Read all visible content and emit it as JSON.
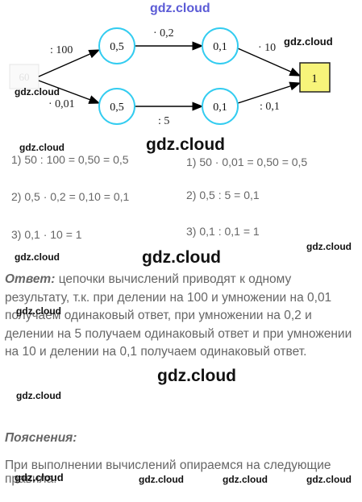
{
  "diagram": {
    "start_label": "60",
    "nodes": [
      {
        "id": "a1",
        "value": "0,5"
      },
      {
        "id": "b1",
        "value": "0,1"
      },
      {
        "id": "a2",
        "value": "0,5"
      },
      {
        "id": "b2",
        "value": "0,1"
      },
      {
        "id": "end",
        "value": "1"
      }
    ],
    "edges": [
      {
        "id": "s-a1",
        "label": ": 100"
      },
      {
        "id": "a1-b1",
        "label": "· 0,2"
      },
      {
        "id": "b1-end",
        "label": "· 10"
      },
      {
        "id": "s-a2",
        "label": "· 0,01"
      },
      {
        "id": "a2-b2",
        "label": ": 5"
      },
      {
        "id": "b2-end",
        "label": ": 0,1"
      }
    ]
  },
  "steps_left": [
    "1) 50 : 100 = 0,50 = 0,5",
    "2) 0,5 · 0,2 = 0,10 = 0,1",
    "3) 0,1 · 10 = 1"
  ],
  "steps_right": [
    "1) 50 · 0,01 = 0,50 = 0,5",
    "2) 0,5 : 5 = 0,1",
    "3) 0,1 : 0,1 = 1"
  ],
  "answer": {
    "lead": "Ответ:",
    "text": " цепочки вычислений приводят к одному результату, т.к. при делении на 100 и умножении на 0,01 получаем одинаковый ответ, при умножении на 0,2 и делении на 5 получаем одинаковый ответ и при умножении на 10 и делении на 0,1 получаем одинаковый ответ."
  },
  "explanation": {
    "heading": "Пояснения:",
    "text": "При выполнении вычислений опираемся на следующие правила:"
  },
  "watermark": "gdz.cloud"
}
